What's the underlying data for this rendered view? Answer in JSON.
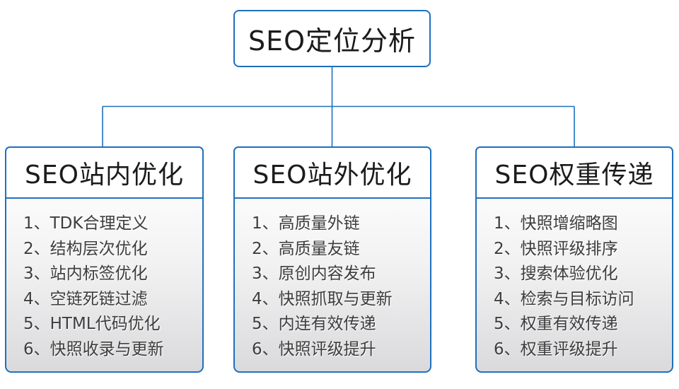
{
  "diagram": {
    "root_label": "SEO定位分析",
    "columns": [
      {
        "title": "SEO站内优化",
        "items": [
          "1、TDK合理定义",
          "2、结构层次优化",
          "3、站内标签优化",
          "4、空链死链过滤",
          "5、HTML代码优化",
          "6、快照收录与更新"
        ]
      },
      {
        "title": "SEO站外优化",
        "items": [
          "1、高质量外链",
          "2、高质量友链",
          "3、原创内容发布",
          "4、快照抓取与更新",
          "5、内连有效传递",
          "6、快照评级提升"
        ]
      },
      {
        "title": "SEO权重传递",
        "items": [
          "1、快照增缩略图",
          "2、快照评级排序",
          "3、搜索体验优化",
          "4、检索与目标访问",
          "5、权重有效传递",
          "6、权重评级提升"
        ]
      }
    ]
  },
  "colors": {
    "accent_blue": "#1e70bd",
    "list_gradient_top": "#fbfbfb",
    "list_gradient_bottom": "#dadadc",
    "text_dark": "#1b1b1b",
    "list_text": "#3d3d3d"
  }
}
